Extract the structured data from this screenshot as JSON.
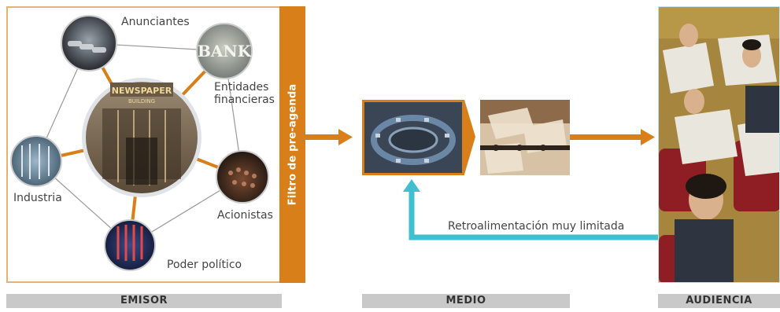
{
  "emisor": {
    "nodes": {
      "anunciantes": "Anunciantes",
      "entidades": "Entidades financieras",
      "industria": "Industria",
      "acionistas": "Acionistas",
      "poder": "Poder político"
    },
    "bank_sign": "BANK",
    "newspaper_sign": "NEWSPAPER",
    "building_sign": "BUILDING"
  },
  "filter_label": "Filtro de pre-agenda",
  "feedback_label": "Retroalimentación muy limitada",
  "sections": {
    "emisor": "EMISOR",
    "medio": "MEDIO",
    "audiencia": "AUDIENCIA"
  },
  "colors": {
    "orange": "#d87f1a",
    "cyan": "#3fbfd0",
    "label_bar": "#c9c9c9"
  }
}
